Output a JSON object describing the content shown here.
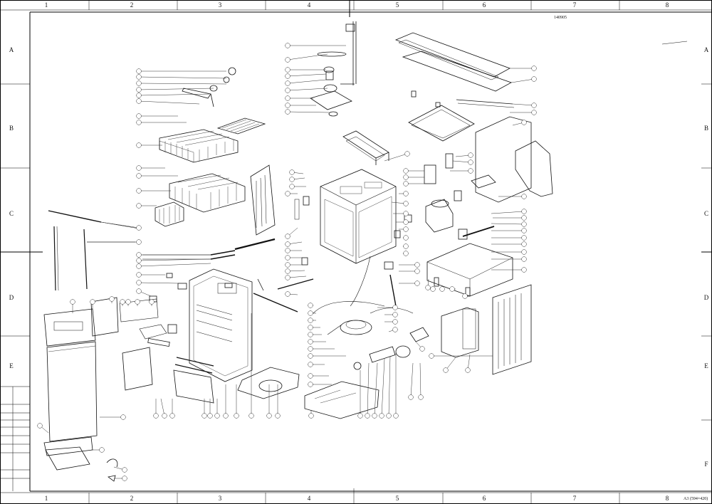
{
  "sheet": {
    "drawing_number": "140905",
    "paper_size": "A3 (594×420)"
  },
  "columns": [
    "1",
    "2",
    "3",
    "4",
    "5",
    "6",
    "7",
    "8"
  ],
  "rows": [
    "A",
    "B",
    "C",
    "D",
    "E",
    "F"
  ]
}
